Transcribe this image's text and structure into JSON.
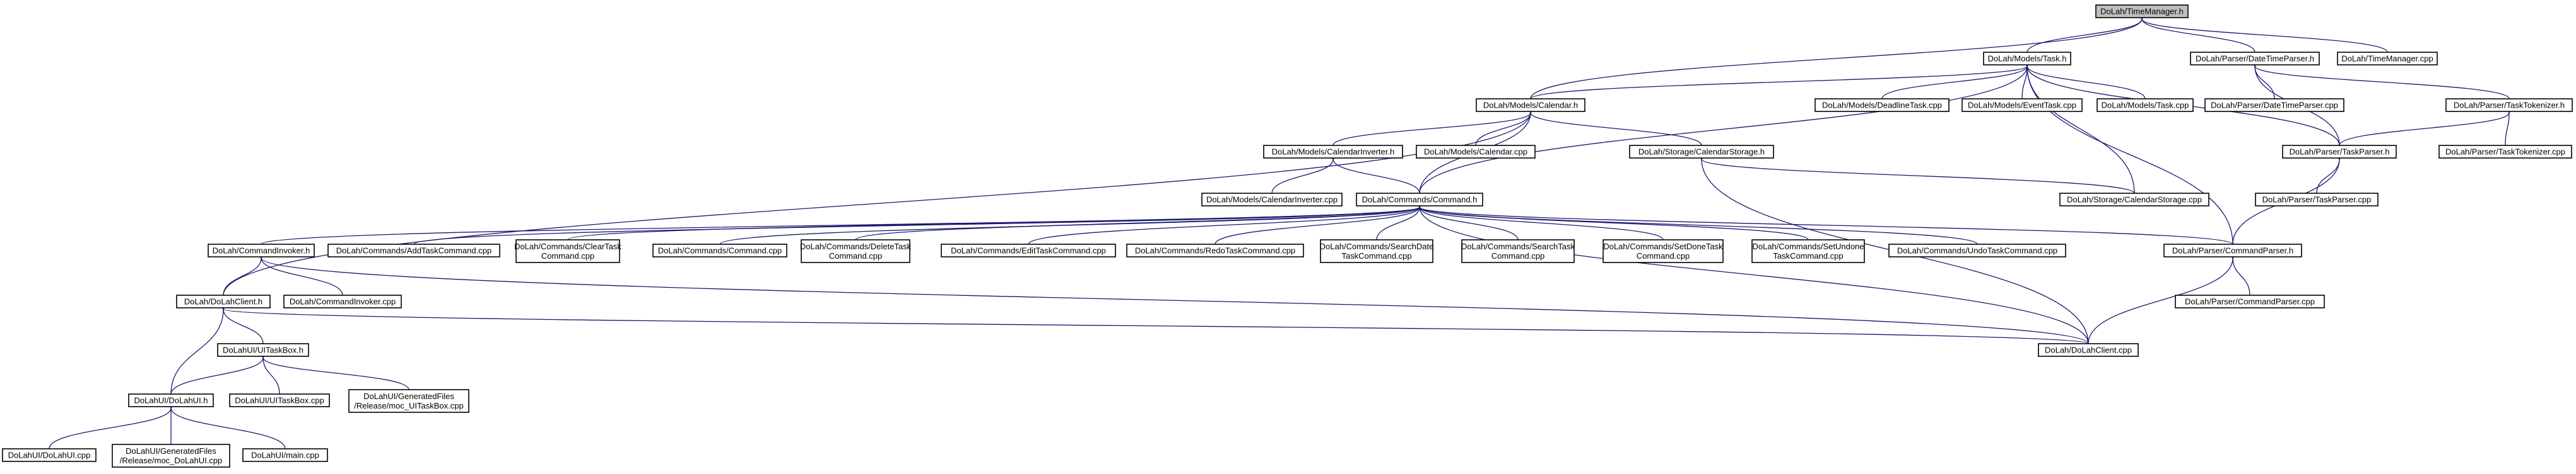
{
  "title": "DoLah/TimeManager.h",
  "colors": {
    "edge": "#191970",
    "node_border": "#000000",
    "root_fill": "#bfbfbf",
    "node_fill": "#ffffff"
  },
  "nodes": [
    {
      "id": "tm_h",
      "lines": [
        "DoLah/TimeManager.h"
      ],
      "root": true
    },
    {
      "id": "task_h",
      "lines": [
        "DoLah/Models/Task.h"
      ]
    },
    {
      "id": "dtp_h",
      "lines": [
        "DoLah/Parser/DateTimeParser.h"
      ]
    },
    {
      "id": "tm_cpp",
      "lines": [
        "DoLah/TimeManager.cpp"
      ]
    },
    {
      "id": "cal_h",
      "lines": [
        "DoLah/Models/Calendar.h"
      ]
    },
    {
      "id": "deadline_cpp",
      "lines": [
        "DoLah/Models/DeadlineTask.cpp"
      ]
    },
    {
      "id": "event_cpp",
      "lines": [
        "DoLah/Models/EventTask.cpp"
      ]
    },
    {
      "id": "task_cpp",
      "lines": [
        "DoLah/Models/Task.cpp"
      ]
    },
    {
      "id": "dtp_cpp",
      "lines": [
        "DoLah/Parser/DateTimeParser.cpp"
      ]
    },
    {
      "id": "tt_h",
      "lines": [
        "DoLah/Parser/TaskTokenizer.h"
      ]
    },
    {
      "id": "ci_h",
      "lines": [
        "DoLah/Models/CalendarInverter.h"
      ]
    },
    {
      "id": "cal_cpp",
      "lines": [
        "DoLah/Models/Calendar.cpp"
      ]
    },
    {
      "id": "cs_h",
      "lines": [
        "DoLah/Storage/CalendarStorage.h"
      ]
    },
    {
      "id": "tp_h",
      "lines": [
        "DoLah/Parser/TaskParser.h"
      ]
    },
    {
      "id": "tt_cpp",
      "lines": [
        "DoLah/Parser/TaskTokenizer.cpp"
      ]
    },
    {
      "id": "ci_cpp",
      "lines": [
        "DoLah/Models/CalendarInverter.cpp"
      ]
    },
    {
      "id": "cmd_h",
      "lines": [
        "DoLah/Commands/Command.h"
      ]
    },
    {
      "id": "cs_cpp",
      "lines": [
        "DoLah/Storage/CalendarStorage.cpp"
      ]
    },
    {
      "id": "tp_cpp",
      "lines": [
        "DoLah/Parser/TaskParser.cpp"
      ]
    },
    {
      "id": "cinv_h",
      "lines": [
        "DoLah/CommandInvoker.h"
      ]
    },
    {
      "id": "add_cpp",
      "lines": [
        "DoLah/Commands/AddTaskCommand.cpp"
      ]
    },
    {
      "id": "clear_cpp",
      "lines": [
        "DoLah/Commands/ClearTask",
        "Command.cpp"
      ]
    },
    {
      "id": "command_cpp",
      "lines": [
        "DoLah/Commands/Command.cpp"
      ]
    },
    {
      "id": "delete_cpp",
      "lines": [
        "DoLah/Commands/DeleteTask",
        "Command.cpp"
      ]
    },
    {
      "id": "edit_cpp",
      "lines": [
        "DoLah/Commands/EditTaskCommand.cpp"
      ]
    },
    {
      "id": "redo_cpp",
      "lines": [
        "DoLah/Commands/RedoTaskCommand.cpp"
      ]
    },
    {
      "id": "sdate_cpp",
      "lines": [
        "DoLah/Commands/SearchDate",
        "TaskCommand.cpp"
      ]
    },
    {
      "id": "stask_cpp",
      "lines": [
        "DoLah/Commands/SearchTask",
        "Command.cpp"
      ]
    },
    {
      "id": "setdone_cpp",
      "lines": [
        "DoLah/Commands/SetDoneTask",
        "Command.cpp"
      ]
    },
    {
      "id": "setundone_cpp",
      "lines": [
        "DoLah/Commands/SetUndone",
        "TaskCommand.cpp"
      ]
    },
    {
      "id": "undo_cpp",
      "lines": [
        "DoLah/Commands/UndoTaskCommand.cpp"
      ]
    },
    {
      "id": "cp_h",
      "lines": [
        "DoLah/Parser/CommandParser.h"
      ]
    },
    {
      "id": "client_h",
      "lines": [
        "DoLah/DoLahClient.h"
      ]
    },
    {
      "id": "cinv_cpp",
      "lines": [
        "DoLah/CommandInvoker.cpp"
      ]
    },
    {
      "id": "cp_cpp",
      "lines": [
        "DoLah/Parser/CommandParser.cpp"
      ]
    },
    {
      "id": "uitb_h",
      "lines": [
        "DoLahUI/UITaskBox.h"
      ]
    },
    {
      "id": "client_cpp",
      "lines": [
        "DoLah/DoLahClient.cpp"
      ]
    },
    {
      "id": "ui_h",
      "lines": [
        "DoLahUI/DoLahUI.h"
      ]
    },
    {
      "id": "uitb_cpp",
      "lines": [
        "DoLahUI/UITaskBox.cpp"
      ]
    },
    {
      "id": "moc_uitb",
      "lines": [
        "DoLahUI/GeneratedFiles",
        "/Release/moc_UITaskBox.cpp"
      ]
    },
    {
      "id": "ui_cpp",
      "lines": [
        "DoLahUI/DoLahUI.cpp"
      ]
    },
    {
      "id": "moc_ui",
      "lines": [
        "DoLahUI/GeneratedFiles",
        "/Release/moc_DoLahUI.cpp"
      ]
    },
    {
      "id": "uimain_cpp",
      "lines": [
        "DoLahUI/main.cpp"
      ]
    }
  ],
  "edges": [
    [
      "tm_h",
      "task_h"
    ],
    [
      "tm_h",
      "dtp_h"
    ],
    [
      "tm_h",
      "tm_cpp"
    ],
    [
      "tm_h",
      "cal_h"
    ],
    [
      "task_h",
      "cal_h"
    ],
    [
      "task_h",
      "deadline_cpp"
    ],
    [
      "task_h",
      "event_cpp"
    ],
    [
      "task_h",
      "task_cpp"
    ],
    [
      "task_h",
      "cs_cpp"
    ],
    [
      "task_h",
      "cmd_h"
    ],
    [
      "task_h",
      "tp_h"
    ],
    [
      "task_h",
      "cp_h"
    ],
    [
      "dtp_h",
      "dtp_cpp"
    ],
    [
      "dtp_h",
      "tt_h"
    ],
    [
      "dtp_h",
      "tp_h"
    ],
    [
      "tt_h",
      "tp_h"
    ],
    [
      "tt_h",
      "tt_cpp"
    ],
    [
      "tp_h",
      "tp_cpp"
    ],
    [
      "tp_h",
      "cp_h"
    ],
    [
      "cal_h",
      "ci_h"
    ],
    [
      "cal_h",
      "cal_cpp"
    ],
    [
      "cal_h",
      "cs_h"
    ],
    [
      "cal_h",
      "cmd_h"
    ],
    [
      "cal_h",
      "client_h"
    ],
    [
      "ci_h",
      "ci_cpp"
    ],
    [
      "ci_h",
      "cmd_h"
    ],
    [
      "cs_h",
      "cs_cpp"
    ],
    [
      "cs_h",
      "client_cpp"
    ],
    [
      "cmd_h",
      "cinv_h"
    ],
    [
      "cmd_h",
      "add_cpp"
    ],
    [
      "cmd_h",
      "clear_cpp"
    ],
    [
      "cmd_h",
      "command_cpp"
    ],
    [
      "cmd_h",
      "delete_cpp"
    ],
    [
      "cmd_h",
      "edit_cpp"
    ],
    [
      "cmd_h",
      "redo_cpp"
    ],
    [
      "cmd_h",
      "sdate_cpp"
    ],
    [
      "cmd_h",
      "stask_cpp"
    ],
    [
      "cmd_h",
      "setdone_cpp"
    ],
    [
      "cmd_h",
      "setundone_cpp"
    ],
    [
      "cmd_h",
      "undo_cpp"
    ],
    [
      "cmd_h",
      "cp_h"
    ],
    [
      "cmd_h",
      "client_cpp"
    ],
    [
      "cinv_h",
      "client_h"
    ],
    [
      "cinv_h",
      "cinv_cpp"
    ],
    [
      "cinv_h",
      "client_cpp"
    ],
    [
      "cp_h",
      "cp_cpp"
    ],
    [
      "cp_h",
      "client_cpp"
    ],
    [
      "client_h",
      "uitb_h"
    ],
    [
      "client_h",
      "ui_h"
    ],
    [
      "client_h",
      "client_cpp"
    ],
    [
      "uitb_h",
      "ui_h"
    ],
    [
      "uitb_h",
      "uitb_cpp"
    ],
    [
      "uitb_h",
      "moc_uitb"
    ],
    [
      "ui_h",
      "ui_cpp"
    ],
    [
      "ui_h",
      "moc_ui"
    ],
    [
      "ui_h",
      "uimain_cpp"
    ]
  ]
}
